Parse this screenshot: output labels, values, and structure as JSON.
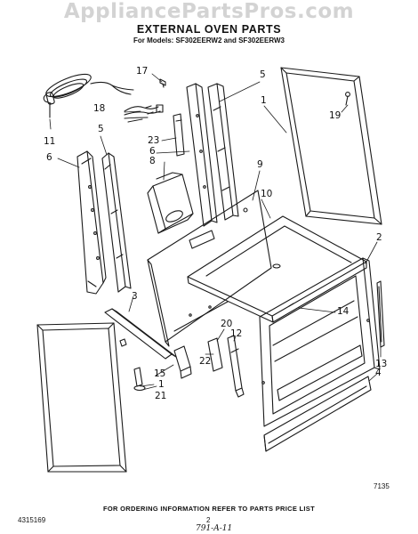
{
  "watermark": "AppliancePartsPros.com",
  "title": "EXTERNAL OVEN PARTS",
  "subtitle": "For Models: SF302EERW2 and SF302EERW3",
  "callouts": {
    "c1a": "1",
    "c1b": "1",
    "c2a": "2",
    "c3": "3",
    "c4": "4",
    "c5a": "5",
    "c5b": "5",
    "c6a": "6",
    "c6b": "6",
    "c8": "8",
    "c9": "9",
    "c10": "10",
    "c11": "11",
    "c12": "12",
    "c13": "13",
    "c14": "14",
    "c15": "15",
    "c17": "17",
    "c18": "18",
    "c19": "19",
    "c20": "20",
    "c21": "21",
    "c22": "22",
    "c23": "23"
  },
  "code": "7135",
  "footer_note": "FOR ORDERING INFORMATION REFER TO PARTS PRICE LIST",
  "doc_number": "4315169",
  "page_number": "2",
  "handwritten_date": "791-A-11"
}
